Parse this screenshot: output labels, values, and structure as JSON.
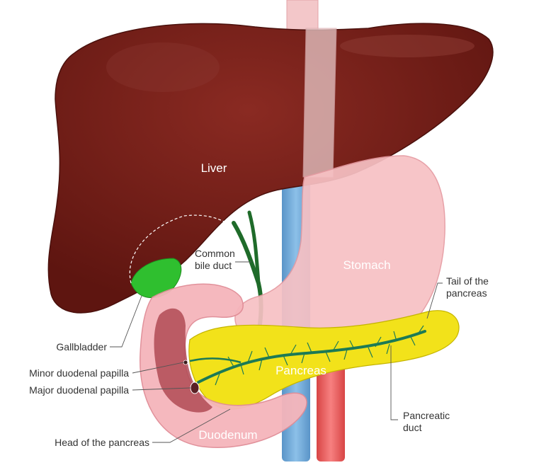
{
  "labels": {
    "liver": "Liver",
    "stomach": "Stomach",
    "pancreas": "Pancreas",
    "duodenum": "Duodenum",
    "common_bile_duct_1": "Common",
    "common_bile_duct_2": "bile duct",
    "tail_1": "Tail of the",
    "tail_2": "pancreas",
    "gallbladder": "Gallbladder",
    "minor_papilla": "Minor duodenal papilla",
    "major_papilla": "Major duodenal papilla",
    "head": "Head of the pancreas",
    "pancreatic_duct_1": "Pancreatic",
    "pancreatic_duct_2": "duct"
  },
  "colors": {
    "liver": "#6b1a14",
    "stomach": "#f7c1c4",
    "duodenum": "#f5b5bb",
    "duodenum_inner": "#b04a55",
    "pancreas": "#f2e21a",
    "gallbladder": "#2fbf2f",
    "bile_duct": "#1f6b2a",
    "pancreatic_duct": "#1c7a55",
    "aorta": "#ef5b5b",
    "vena_cava": "#6aa6d6",
    "esophagus": "#f3c7c9"
  }
}
